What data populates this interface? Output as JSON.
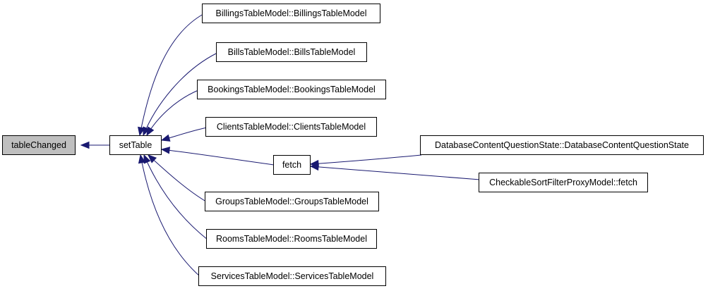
{
  "colors": {
    "edge": "#191970",
    "node_border": "#000000",
    "node_fill": "#ffffff",
    "current_fill": "#bfbfbf"
  },
  "nodes": {
    "table_changed": "tableChanged",
    "set_table": "setTable",
    "fetch": "fetch",
    "billings": "BillingsTableModel::BillingsTableModel",
    "bills": "BillsTableModel::BillsTableModel",
    "bookings": "BookingsTableModel::BookingsTableModel",
    "clients": "ClientsTableModel::ClientsTableModel",
    "groups": "GroupsTableModel::GroupsTableModel",
    "rooms": "RoomsTableModel::RoomsTableModel",
    "services": "ServicesTableModel::ServicesTableModel",
    "database_content": "DatabaseContentQuestionState::DatabaseContentQuestionState",
    "checkable_fetch": "CheckableSortFilterProxyModel::fetch"
  },
  "edges": [
    {
      "from": "set_table",
      "to": "table_changed"
    },
    {
      "from": "billings",
      "to": "set_table"
    },
    {
      "from": "bills",
      "to": "set_table"
    },
    {
      "from": "bookings",
      "to": "set_table"
    },
    {
      "from": "clients",
      "to": "set_table"
    },
    {
      "from": "fetch",
      "to": "set_table"
    },
    {
      "from": "groups",
      "to": "set_table"
    },
    {
      "from": "rooms",
      "to": "set_table"
    },
    {
      "from": "services",
      "to": "set_table"
    },
    {
      "from": "database_content",
      "to": "fetch"
    },
    {
      "from": "checkable_fetch",
      "to": "fetch"
    }
  ]
}
